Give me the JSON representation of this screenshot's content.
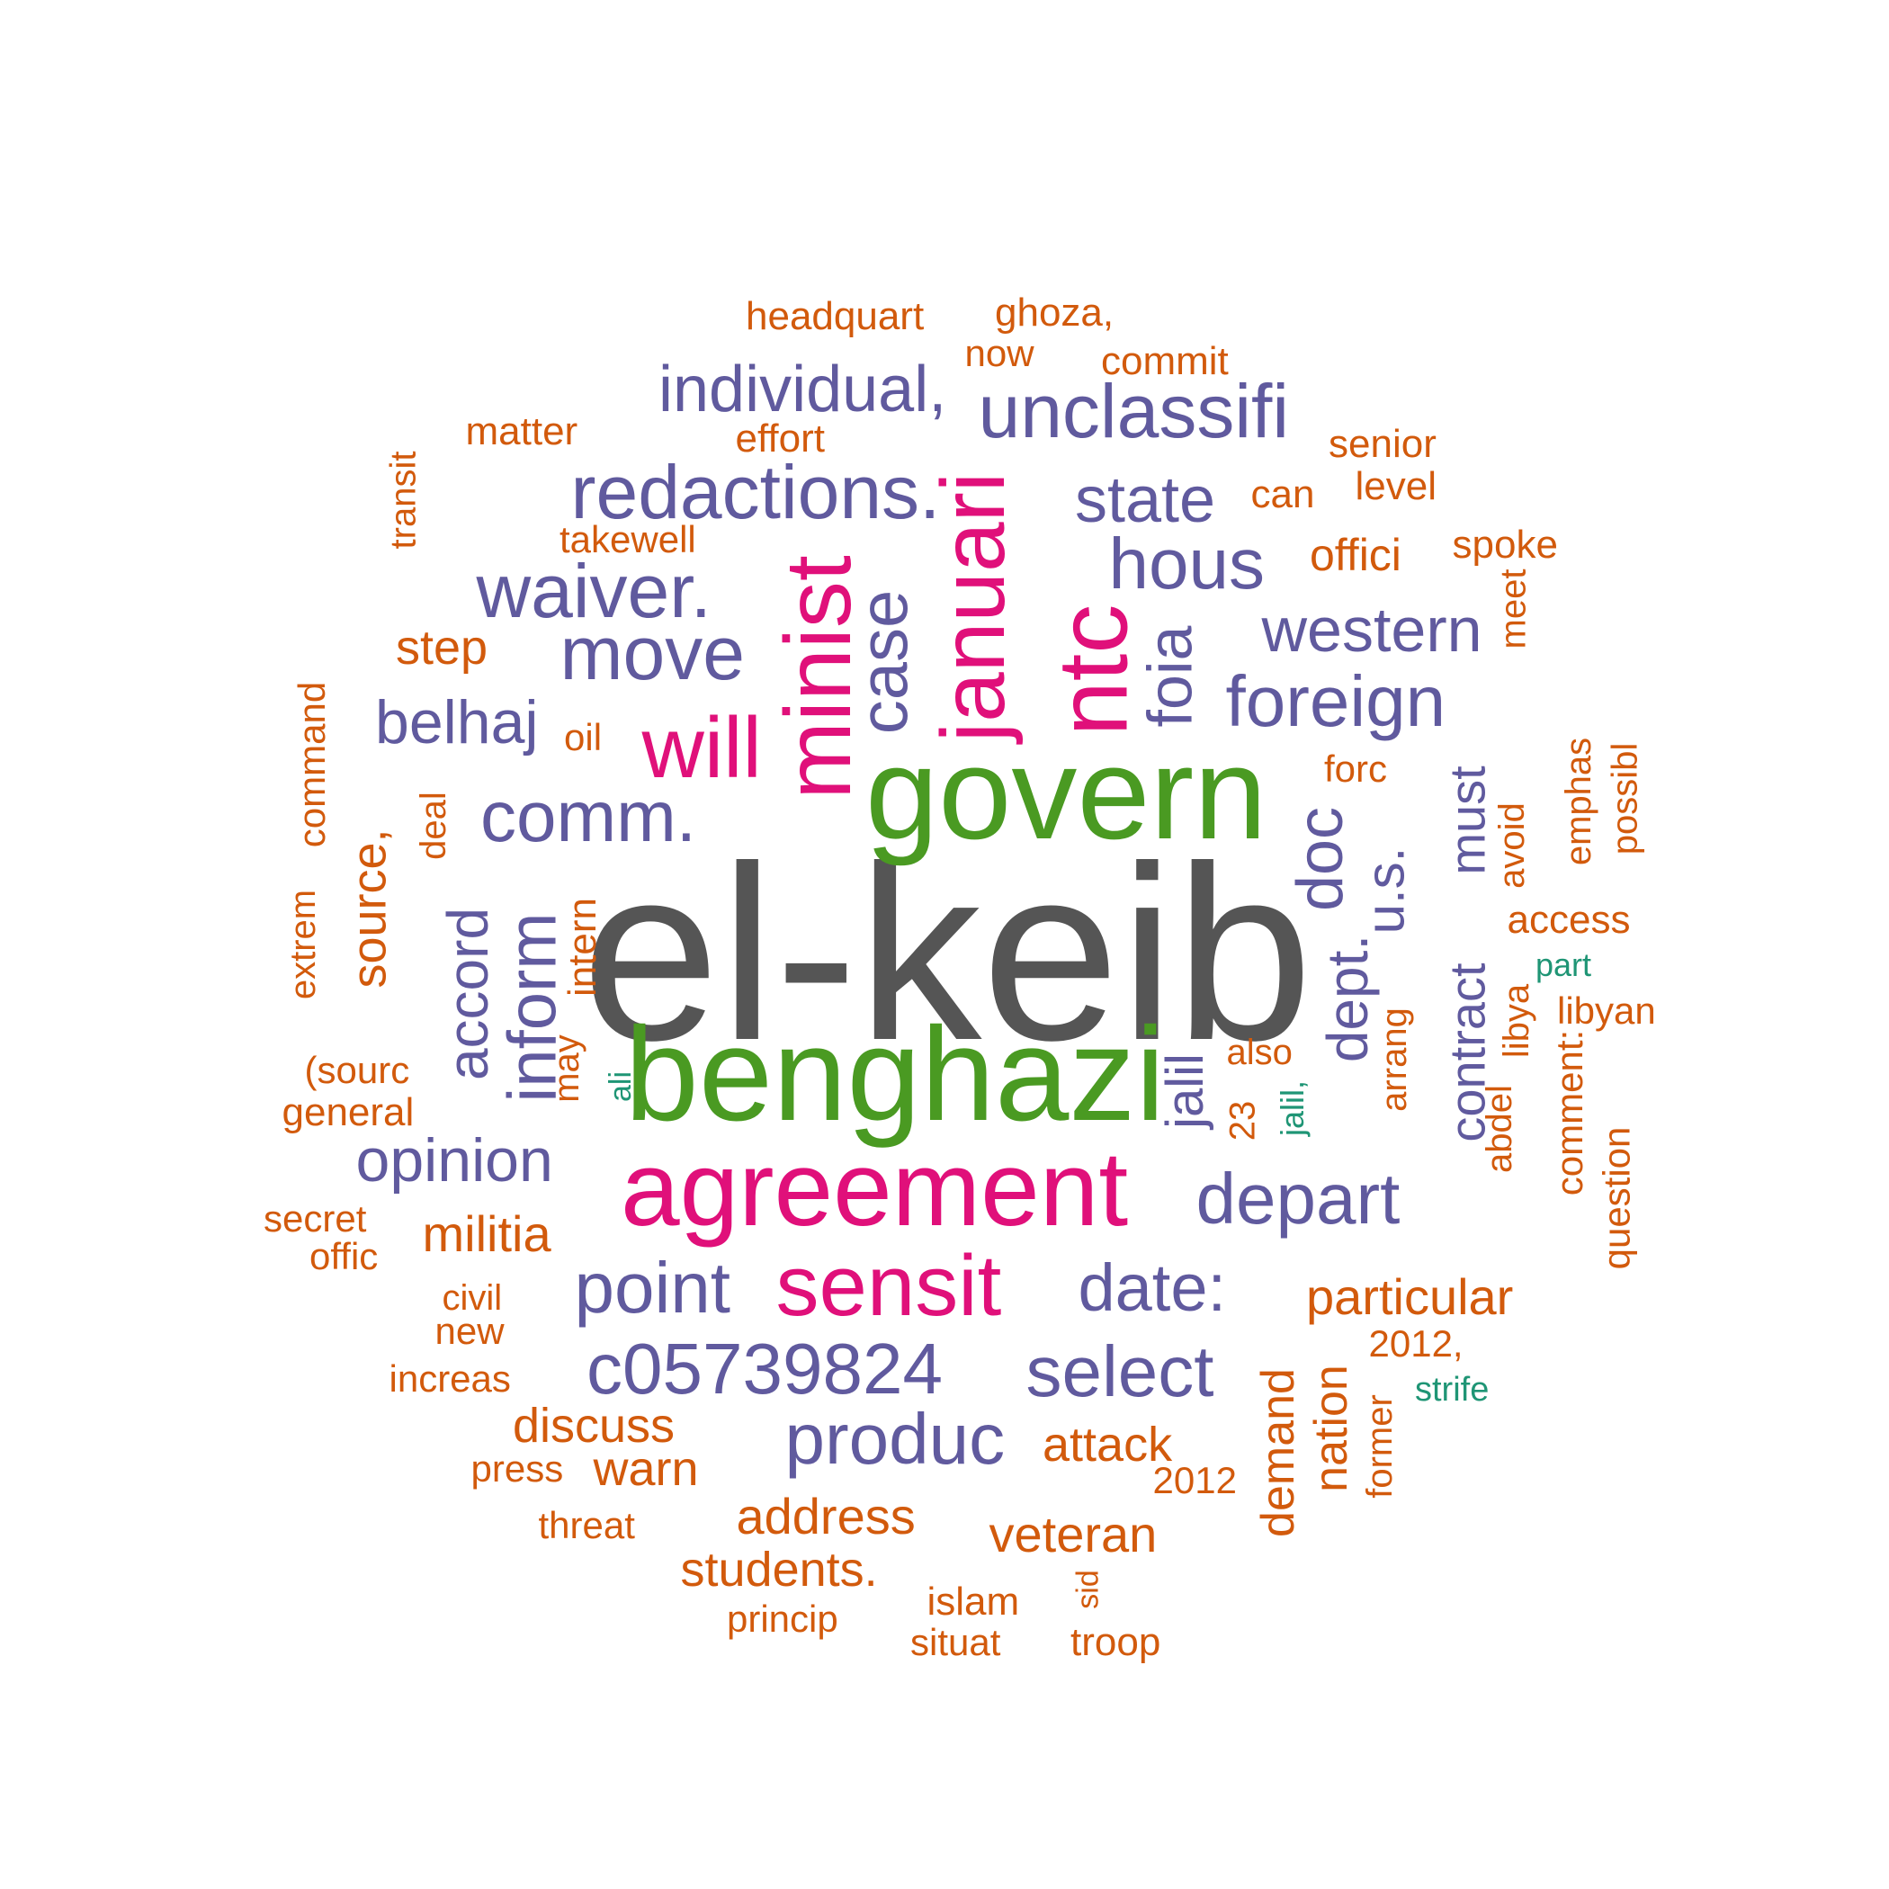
{
  "colors": {
    "c1": "#555555",
    "c2": "#4a9a22",
    "c3": "#e0107a",
    "c4": "#605a9e",
    "c5": "#d25a0c",
    "c6": "#1f9575"
  },
  "words": [
    {
      "text": "el-keib",
      "color": "c1",
      "rotate": false
    },
    {
      "text": "benghazi",
      "color": "c2",
      "rotate": false
    },
    {
      "text": "govern",
      "color": "c2",
      "rotate": false
    },
    {
      "text": "agreement",
      "color": "c3",
      "rotate": false
    },
    {
      "text": "minist",
      "color": "c3",
      "rotate": true
    },
    {
      "text": "januari",
      "color": "c3",
      "rotate": true
    },
    {
      "text": "ntc",
      "color": "c3",
      "rotate": true
    },
    {
      "text": "will",
      "color": "c3",
      "rotate": false
    },
    {
      "text": "sensit",
      "color": "c3",
      "rotate": false
    },
    {
      "text": "unclassifi",
      "color": "c4",
      "rotate": false
    },
    {
      "text": "individual,",
      "color": "c4",
      "rotate": false
    },
    {
      "text": "redactions.",
      "color": "c4",
      "rotate": false
    },
    {
      "text": "state",
      "color": "c4",
      "rotate": false
    },
    {
      "text": "hous",
      "color": "c4",
      "rotate": false
    },
    {
      "text": "waiver.",
      "color": "c4",
      "rotate": false
    },
    {
      "text": "move",
      "color": "c4",
      "rotate": false
    },
    {
      "text": "case",
      "color": "c4",
      "rotate": true
    },
    {
      "text": "foia",
      "color": "c4",
      "rotate": true
    },
    {
      "text": "western",
      "color": "c4",
      "rotate": false
    },
    {
      "text": "foreign",
      "color": "c4",
      "rotate": false
    },
    {
      "text": "belhaj",
      "color": "c4",
      "rotate": false
    },
    {
      "text": "comm.",
      "color": "c4",
      "rotate": false
    },
    {
      "text": "doc",
      "color": "c4",
      "rotate": true
    },
    {
      "text": "u.s.",
      "color": "c4",
      "rotate": true
    },
    {
      "text": "dept.",
      "color": "c4",
      "rotate": true
    },
    {
      "text": "contract",
      "color": "c4",
      "rotate": true
    },
    {
      "text": "must",
      "color": "c4",
      "rotate": true
    },
    {
      "text": "accord",
      "color": "c4",
      "rotate": true
    },
    {
      "text": "inform",
      "color": "c4",
      "rotate": true
    },
    {
      "text": "jalil",
      "color": "c4",
      "rotate": true
    },
    {
      "text": "opinion",
      "color": "c4",
      "rotate": false
    },
    {
      "text": "depart",
      "color": "c4",
      "rotate": false
    },
    {
      "text": "point",
      "color": "c4",
      "rotate": false
    },
    {
      "text": "date:",
      "color": "c4",
      "rotate": false
    },
    {
      "text": "c05739824",
      "color": "c4",
      "rotate": false
    },
    {
      "text": "select",
      "color": "c4",
      "rotate": false
    },
    {
      "text": "produc",
      "color": "c4",
      "rotate": false
    },
    {
      "text": "headquart",
      "color": "c5",
      "rotate": false
    },
    {
      "text": "ghoza,",
      "color": "c5",
      "rotate": false
    },
    {
      "text": "now",
      "color": "c5",
      "rotate": false
    },
    {
      "text": "commit",
      "color": "c5",
      "rotate": false
    },
    {
      "text": "matter",
      "color": "c5",
      "rotate": false
    },
    {
      "text": "effort",
      "color": "c5",
      "rotate": false
    },
    {
      "text": "senior",
      "color": "c5",
      "rotate": false
    },
    {
      "text": "level",
      "color": "c5",
      "rotate": false
    },
    {
      "text": "can",
      "color": "c5",
      "rotate": false
    },
    {
      "text": "transit",
      "color": "c5",
      "rotate": true
    },
    {
      "text": "takewell",
      "color": "c5",
      "rotate": false
    },
    {
      "text": "offici",
      "color": "c5",
      "rotate": false
    },
    {
      "text": "spoke",
      "color": "c5",
      "rotate": false
    },
    {
      "text": "step",
      "color": "c5",
      "rotate": false
    },
    {
      "text": "meet",
      "color": "c5",
      "rotate": true
    },
    {
      "text": "command",
      "color": "c5",
      "rotate": true
    },
    {
      "text": "oil",
      "color": "c5",
      "rotate": false
    },
    {
      "text": "forc",
      "color": "c5",
      "rotate": false
    },
    {
      "text": "emphas",
      "color": "c5",
      "rotate": true
    },
    {
      "text": "possibl",
      "color": "c5",
      "rotate": true
    },
    {
      "text": "deal",
      "color": "c5",
      "rotate": true
    },
    {
      "text": "source,",
      "color": "c5",
      "rotate": true
    },
    {
      "text": "avoid",
      "color": "c5",
      "rotate": true
    },
    {
      "text": "access",
      "color": "c5",
      "rotate": false
    },
    {
      "text": "extrem",
      "color": "c5",
      "rotate": true
    },
    {
      "text": "intern",
      "color": "c5",
      "rotate": true
    },
    {
      "text": "may",
      "color": "c5",
      "rotate": true
    },
    {
      "text": "libyan",
      "color": "c5",
      "rotate": false
    },
    {
      "text": "libya",
      "color": "c5",
      "rotate": true
    },
    {
      "text": "arrang",
      "color": "c5",
      "rotate": true
    },
    {
      "text": "also",
      "color": "c5",
      "rotate": false
    },
    {
      "text": "(sourc",
      "color": "c5",
      "rotate": false
    },
    {
      "text": "general",
      "color": "c5",
      "rotate": false
    },
    {
      "text": "23",
      "color": "c5",
      "rotate": true
    },
    {
      "text": "comment:",
      "color": "c5",
      "rotate": true
    },
    {
      "text": "abdel",
      "color": "c5",
      "rotate": true
    },
    {
      "text": "question",
      "color": "c5",
      "rotate": true
    },
    {
      "text": "secret",
      "color": "c5",
      "rotate": false
    },
    {
      "text": "offic",
      "color": "c5",
      "rotate": false
    },
    {
      "text": "militia",
      "color": "c5",
      "rotate": false
    },
    {
      "text": "civil",
      "color": "c5",
      "rotate": false
    },
    {
      "text": "new",
      "color": "c5",
      "rotate": false
    },
    {
      "text": "particular",
      "color": "c5",
      "rotate": false
    },
    {
      "text": "2012,",
      "color": "c5",
      "rotate": false
    },
    {
      "text": "increas",
      "color": "c5",
      "rotate": false
    },
    {
      "text": "discuss",
      "color": "c5",
      "rotate": false
    },
    {
      "text": "demand",
      "color": "c5",
      "rotate": true
    },
    {
      "text": "nation",
      "color": "c5",
      "rotate": true
    },
    {
      "text": "former",
      "color": "c5",
      "rotate": true
    },
    {
      "text": "press",
      "color": "c5",
      "rotate": false
    },
    {
      "text": "warn",
      "color": "c5",
      "rotate": false
    },
    {
      "text": "attack",
      "color": "c5",
      "rotate": false
    },
    {
      "text": "2012",
      "color": "c5",
      "rotate": false
    },
    {
      "text": "address",
      "color": "c5",
      "rotate": false
    },
    {
      "text": "threat",
      "color": "c5",
      "rotate": false
    },
    {
      "text": "veteran",
      "color": "c5",
      "rotate": false
    },
    {
      "text": "students.",
      "color": "c5",
      "rotate": false
    },
    {
      "text": "sid",
      "color": "c5",
      "rotate": true
    },
    {
      "text": "islam",
      "color": "c5",
      "rotate": false
    },
    {
      "text": "princip",
      "color": "c5",
      "rotate": false
    },
    {
      "text": "situat",
      "color": "c5",
      "rotate": false
    },
    {
      "text": "troop",
      "color": "c5",
      "rotate": false
    },
    {
      "text": "part",
      "color": "c6",
      "rotate": false
    },
    {
      "text": "ali",
      "color": "c6",
      "rotate": true
    },
    {
      "text": "jalil,",
      "color": "c6",
      "rotate": true
    },
    {
      "text": "strife",
      "color": "c6",
      "rotate": false
    }
  ]
}
